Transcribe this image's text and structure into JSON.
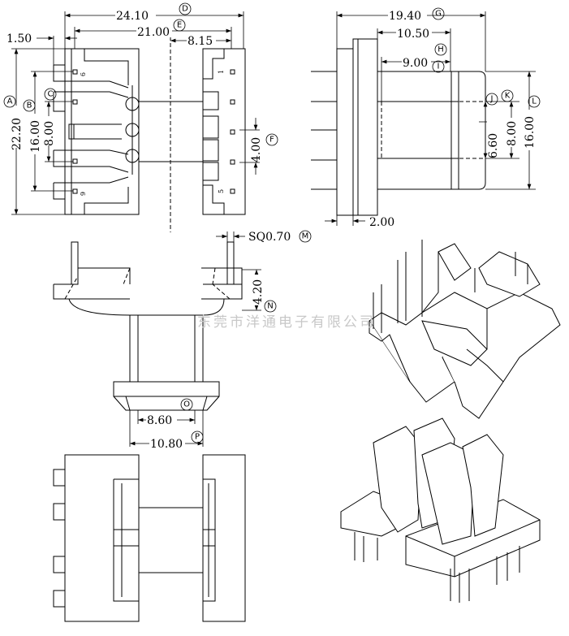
{
  "watermark": "东莞市洋通电子有限公司",
  "dimensions": {
    "d24_10": "24.10",
    "d21_00": "21.00",
    "d8_15": "8.15",
    "d1_50": "1.50",
    "d22_20": "22.20",
    "d16_00_left": "16.00",
    "d8_00_left": "8.00",
    "d4_00": "4.00",
    "d19_40": "19.40",
    "d10_50": "10.50",
    "d9_00": "9.00",
    "d6_60": "6.60",
    "d8_00_right": "8.00",
    "d16_00_right": "16.00",
    "d2_00": "2.00",
    "sq0_70": "SQ0.70",
    "d4_20": "4.20",
    "d8_60": "8.60",
    "d10_80": "10.80"
  },
  "pin_numbers": {
    "p9": "9",
    "p6": "6",
    "p1": "1",
    "p5": "5"
  },
  "markers": {
    "A": "A",
    "B": "B",
    "C": "C",
    "D": "D",
    "E": "E",
    "F": "F",
    "G": "G",
    "H": "H",
    "I": "I",
    "J": "J",
    "K": "K",
    "L": "L",
    "M": "M",
    "N": "N",
    "O": "O",
    "P": "P"
  }
}
